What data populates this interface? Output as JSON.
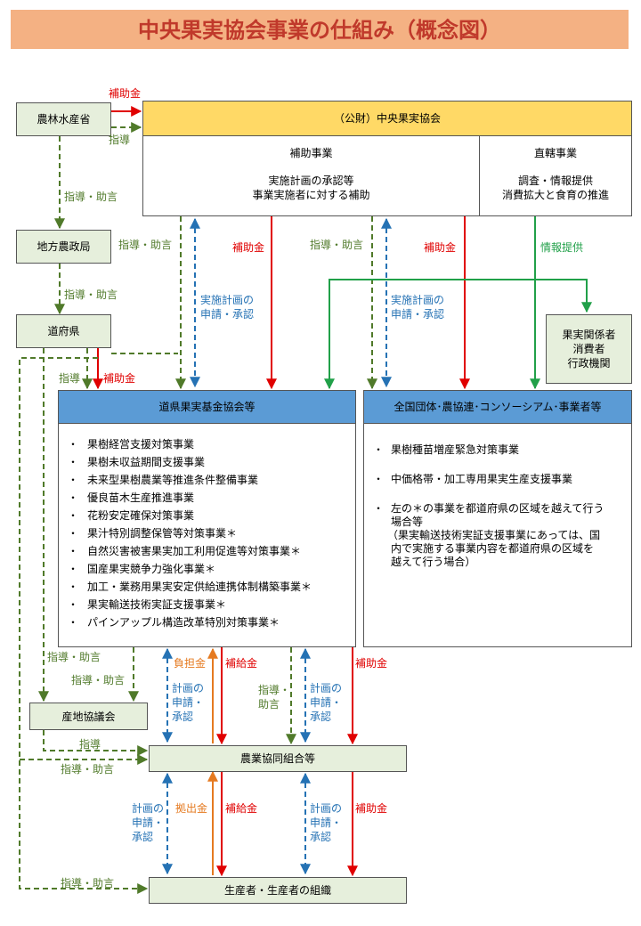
{
  "title": "中央果実協会事業の仕組み（概念図）",
  "colors": {
    "title_bg": "#f4b183",
    "title_fg": "#c0392b",
    "yellow": "#ffd966",
    "blue_header": "#5b9bd5",
    "green_box": "#e6efdc",
    "red": "#e00000",
    "olive": "#507a2a",
    "blue": "#2572b4",
    "orange": "#e57a20",
    "green": "#21a049"
  },
  "nodes": {
    "maff": "農林水産省",
    "regional": "地方農政局",
    "prefecture": "道府県",
    "central": "（公財）中央果実協会",
    "subsidy_section": {
      "title": "補助事業",
      "line1": "実施計画の承認等",
      "line2": "事業実施者に対する補助"
    },
    "direct_section": {
      "title": "直轄事業",
      "line1": "調査・情報提供",
      "line2": "消費拡大と食育の推進"
    },
    "stakeholders": {
      "line1": "果実関係者",
      "line2": "消費者",
      "line3": "行政機関"
    },
    "pref_fund": {
      "title": "道県果実基金協会等"
    },
    "national": {
      "title": "全国団体･農協連･コンソーシアム･事業者等"
    },
    "local_council": "産地協議会",
    "coop": "農業協同組合等",
    "producers": "生産者・生産者の組織"
  },
  "pref_fund_items": [
    "果樹経営支援対策事業",
    "果樹未収益期間支援事業",
    "未来型果樹農業等推進条件整備事業",
    "優良苗木生産推進事業",
    "花粉安定確保対策事業",
    "果汁特別調整保管等対策事業＊",
    "自然災害被害果実加工利用促進等対策事業＊",
    "国産果実競争力強化事業＊",
    "加工・業務用果実安定供給連携体制構築事業＊",
    "果実輸送技術実証支援事業＊",
    "パインアップル構造改革特別対策事業＊"
  ],
  "national_items": {
    "item1": "果樹種苗増産緊急対策事業",
    "item2": "中価格帯・加工専用果実生産支援事業",
    "item3_line1": "左の＊の事業を都道府県の区域を越えて行う",
    "item3_line2": "場合等",
    "item3_note1": "（果実輸送技術実証支援事業にあっては、国",
    "item3_note2": "内で実施する事業内容を都道府県の区域を",
    "item3_note3": "越えて行う場合）"
  },
  "labels": {
    "subsidy": "補助金",
    "guidance": "指導",
    "guidance_advice": "指導・助言",
    "guidance_advice_l1": "指導・",
    "guidance_advice_l2": "助言",
    "plan_l1": "実施計画の",
    "plan_l2": "申請・承認",
    "info": "情報提供",
    "burden": "負担金",
    "supply": "補給金",
    "contribution": "拠出金",
    "keikaku_l1": "計画の",
    "keikaku_l2": "申請・",
    "keikaku_l3": "承認"
  }
}
